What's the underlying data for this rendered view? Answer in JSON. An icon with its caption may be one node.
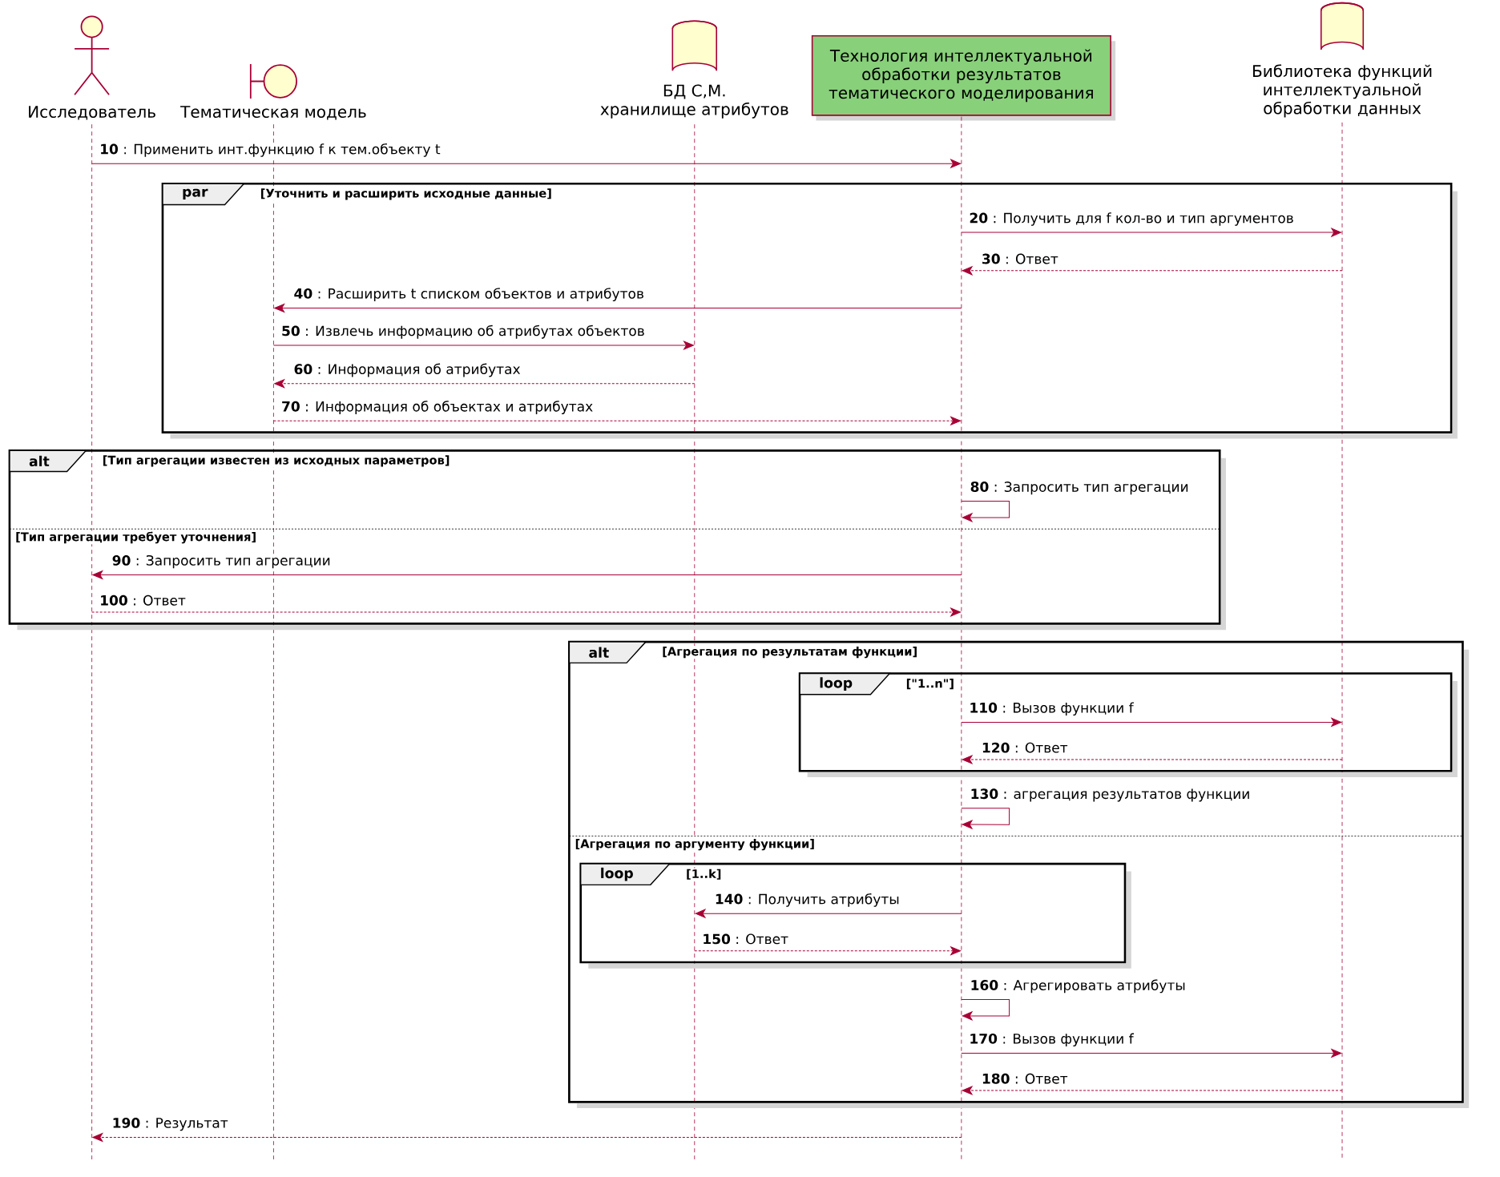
{
  "diagram": {
    "nodes": [
      {
        "text": [
          "Исследователь"
        ]
      },
      {
        "text": [
          "Тематическая модель"
        ]
      },
      {
        "text": [
          "БД С,М.",
          "хранилище атрибутов"
        ]
      },
      {
        "text": [
          "Технология интеллектуальной обработки результатов тематического моделирования"
        ]
      },
      {
        "text": [
          "Библиотека функций интеллектуальной обработки данных"
        ]
      },
      {
        "text": [],
        "shape": "line"
      },
      {
        "text": [],
        "shape": "line"
      },
      {
        "text": [],
        "shape": "line"
      },
      {
        "text": [],
        "shape": "line"
      },
      {
        "text": [],
        "shape": "line"
      }
    ],
    "edges": [
      {
        "from": 5,
        "to": 8,
        "arrow": "to",
        "label": "**10** : Применить инт.функцию f к тем.объекту t"
      },
      {
        "from": 8,
        "to": 9,
        "arrow": "to",
        "label": "**20** : Получить для f кол-во и тип аргументов"
      },
      {
        "from": 9,
        "to": 8,
        "arrow": "to",
        "style": "dashed",
        "label": "**30** : Ответ"
      },
      {
        "from": 8,
        "to": 6,
        "arrow": "to",
        "label": "**40** : Расширить t списком объектов и атрибутов"
      },
      {
        "from": 6,
        "to": 7,
        "arrow": "to",
        "label": "**50** : Извлечь информацию об атрибутах объектов"
      },
      {
        "from": 7,
        "to": 6,
        "arrow": "to",
        "style": "dashed",
        "label": "**60** : Информация об атрибутах"
      },
      {
        "from": 6,
        "to": 8,
        "arrow": "to",
        "style": "dashed",
        "label": "**70** : Информация об объектах и атрибутах"
      },
      {
        "from": 8,
        "to": 8,
        "arrow": "to",
        "label": "**80** : Запросить тип агрегации"
      },
      {
        "from": 8,
        "to": 5,
        "arrow": "to",
        "label": "**90** : Запросить тип агрегации"
      },
      {
        "from": 5,
        "to": 8,
        "arrow": "to",
        "style": "dashed",
        "label": "**100** : Ответ"
      },
      {
        "from": 8,
        "to": 9,
        "arrow": "to",
        "label": "**110** : Вызов функции f"
      },
      {
        "from": 9,
        "to": 8,
        "arrow": "to",
        "style": "dashed",
        "label": "**120** : Ответ"
      },
      {
        "from": 8,
        "to": 8,
        "arrow": "to",
        "label": "**130** : агрегация результатов функции"
      },
      {
        "from": 8,
        "to": 7,
        "arrow": "to",
        "label": "**140** : Получить атрибуты"
      },
      {
        "from": 7,
        "to": 8,
        "arrow": "to",
        "style": "dashed",
        "label": "**150** : Ответ"
      },
      {
        "from": 8,
        "to": 8,
        "arrow": "to",
        "label": "**160** : Агрегировать атрибуты"
      },
      {
        "from": 8,
        "to": 9,
        "arrow": "to",
        "label": "**170** : Вызов функции f"
      },
      {
        "from": 9,
        "to": 8,
        "arrow": "to",
        "style": "dashed",
        "label": "**180** : Ответ"
      },
      {
        "from": 8,
        "to": 5,
        "arrow": "to",
        "style": "dashed",
        "label": "**190** : Результат"
      }
    ],
    "labels": [
      "par",
      "[Уточнить и расширить исходные данные]",
      "alt",
      "[Тип агрегации известен из исходных параметров]",
      "[Тип агрегации требует уточнения]",
      "alt",
      "[Агрегация по результатам функции]",
      "loop",
      "[\"1..n\"]",
      "[Агрегация по аргументу функции]",
      "loop",
      "[1..k]"
    ]
  }
}
